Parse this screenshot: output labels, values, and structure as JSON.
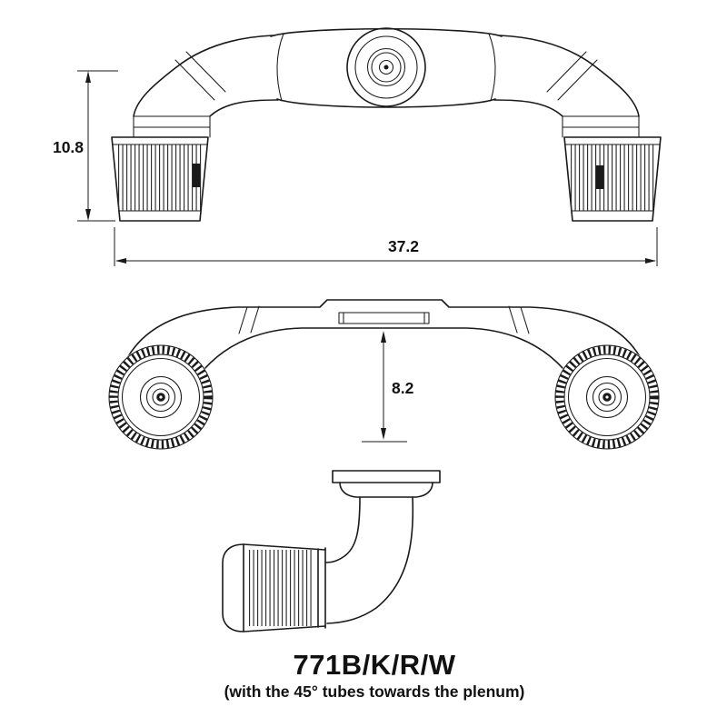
{
  "colors": {
    "ink": "#1a1a1a",
    "background": "#ffffff"
  },
  "figure": {
    "front_view": {
      "height_dim": "10.8",
      "width_dim": "37.2"
    },
    "top_view": {
      "depth_dim": "8.2"
    },
    "caption": {
      "model": "771B/K/R/W",
      "note": "(with the 45° tubes towards the plenum)"
    }
  }
}
